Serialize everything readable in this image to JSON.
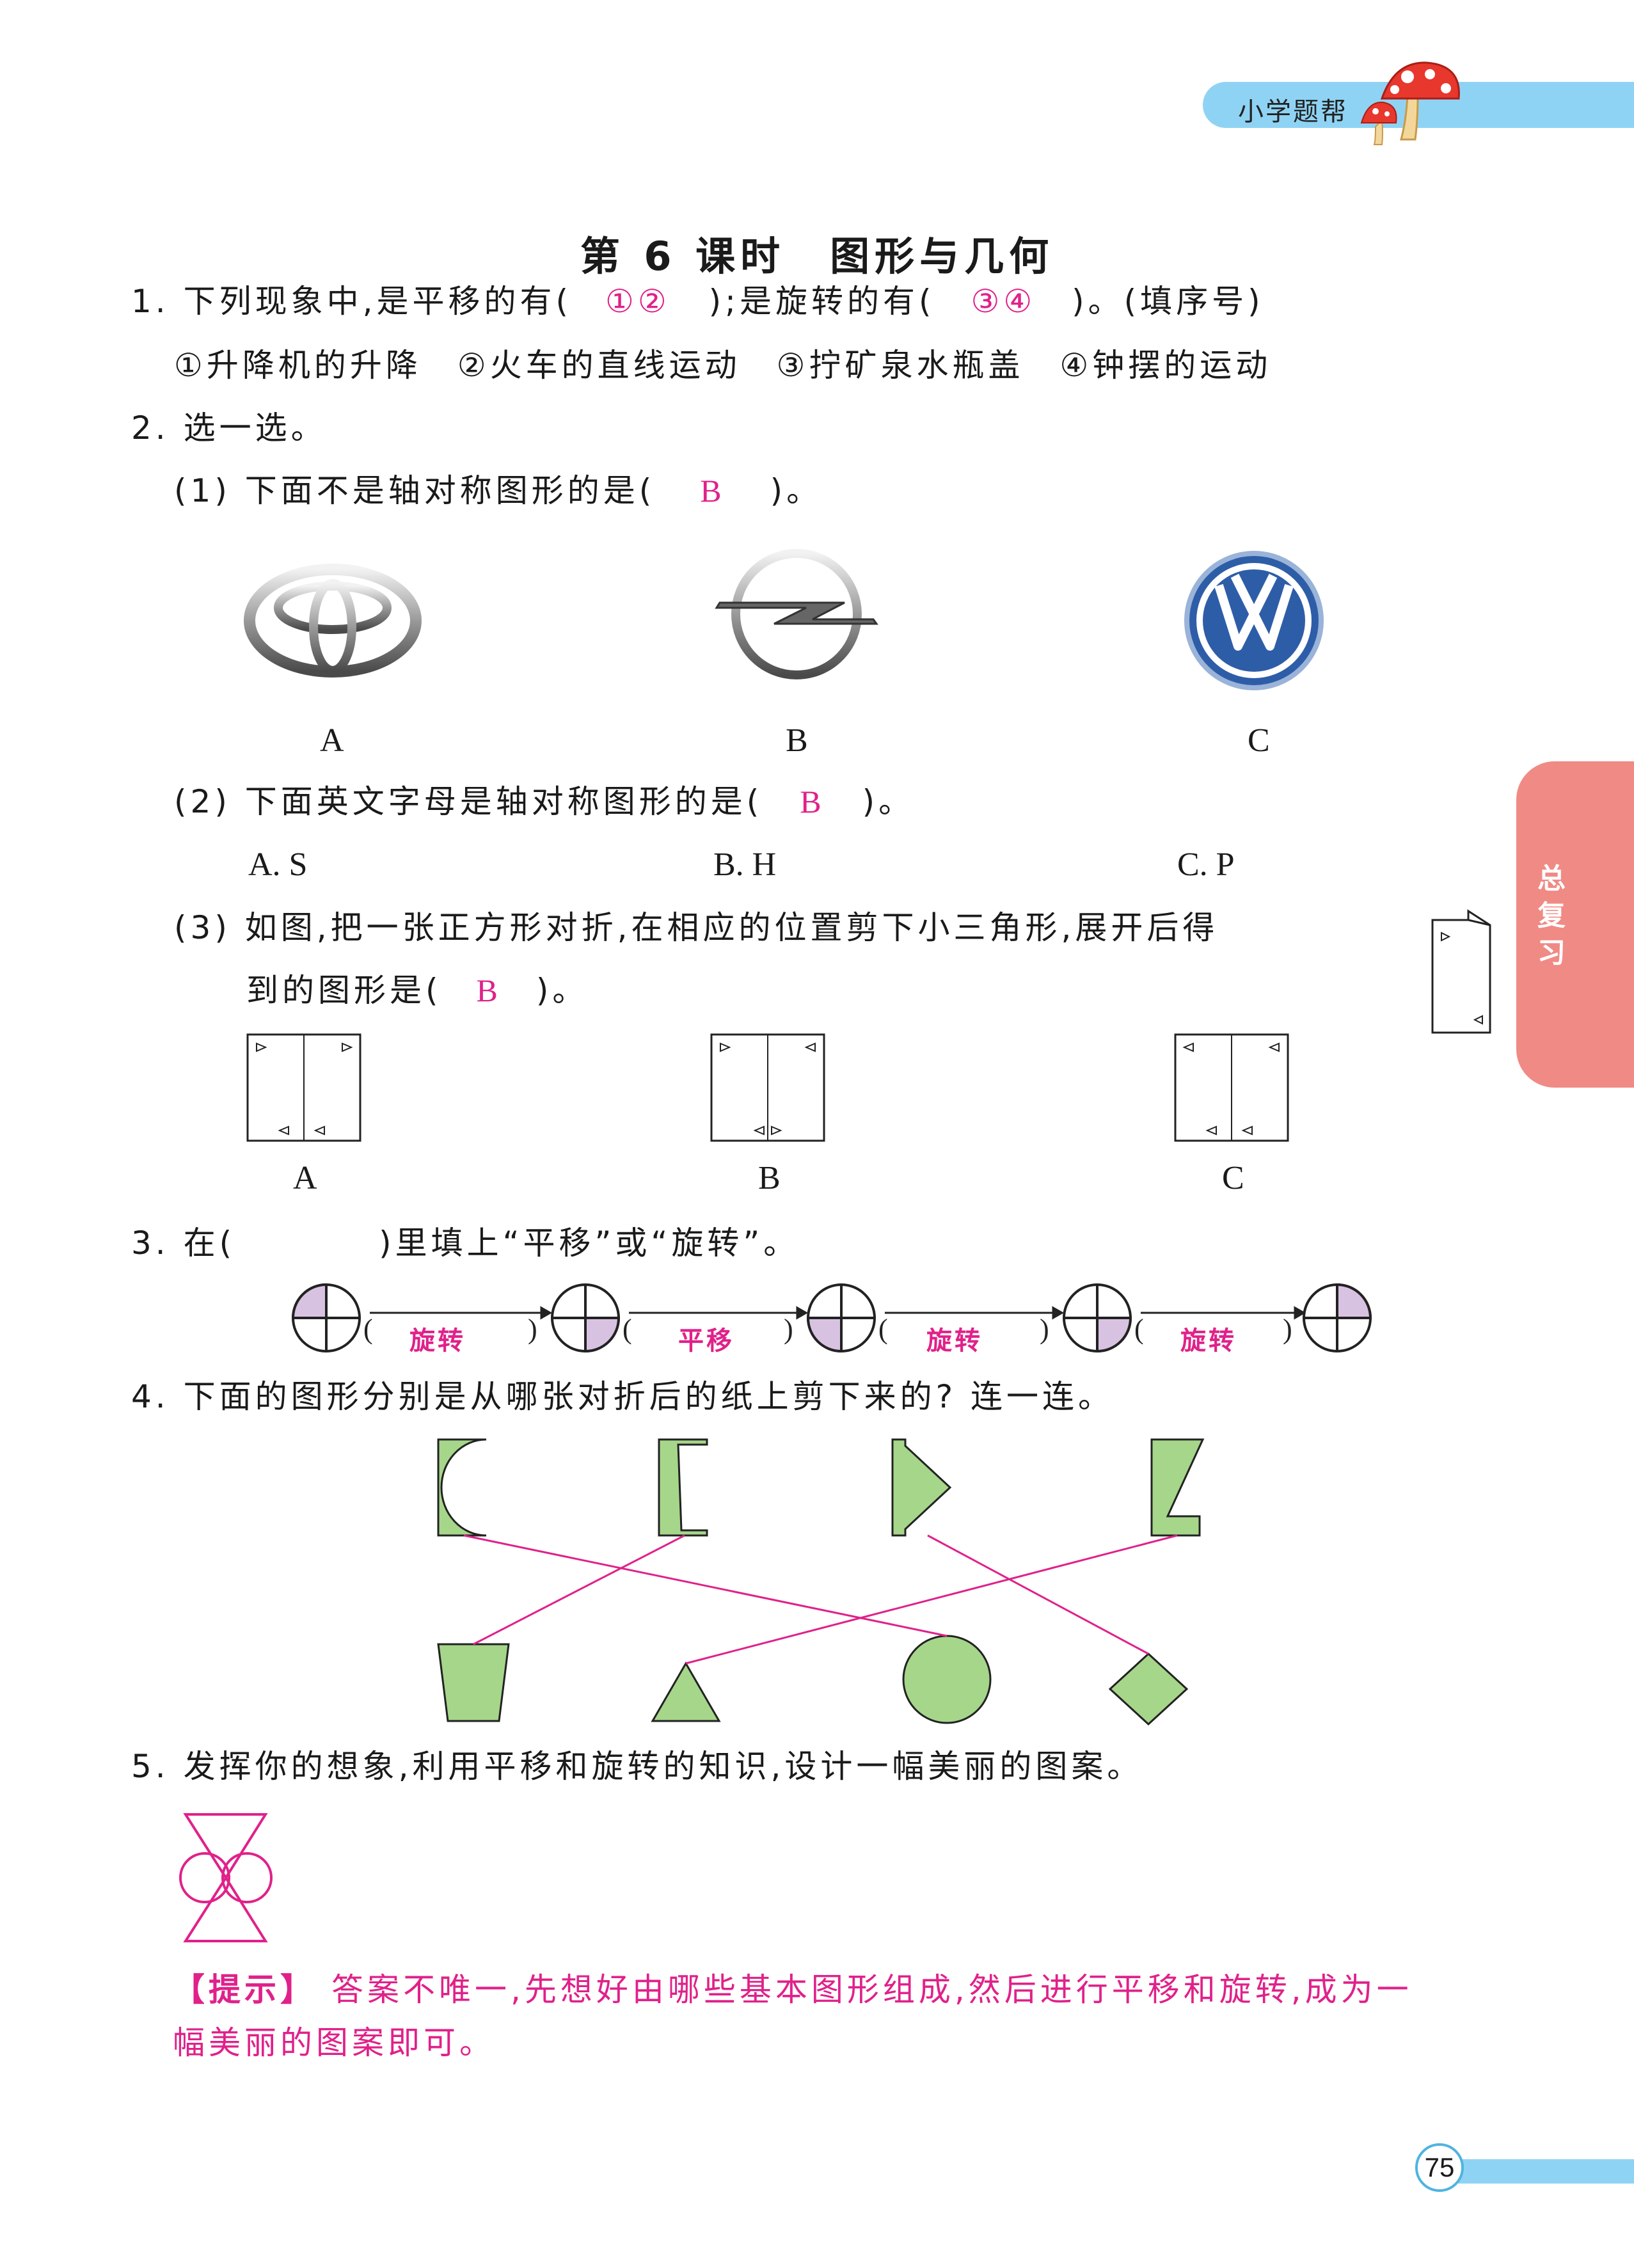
{
  "header": {
    "brand": "小学题帮"
  },
  "title": "第 6 课时　图形与几何",
  "side_tab": {
    "text": "总复习"
  },
  "page_number": "75",
  "q1": {
    "text_a": "1. 下列现象中,是平移的有(",
    "answer_a": "①②",
    "text_b": ");是旋转的有(",
    "answer_b": "③④",
    "text_c": ")。(填序号)",
    "options": "①升降机的升降　②火车的直线运动　③拧矿泉水瓶盖　④钟摆的运动"
  },
  "q2": {
    "heading": "2. 选一选。",
    "p1": {
      "text_a": "(1) 下面不是轴对称图形的是(",
      "answer": "B",
      "text_b": ")。",
      "labels": [
        "A",
        "B",
        "C"
      ]
    },
    "p2": {
      "text_a": "(2) 下面英文字母是轴对称图形的是(",
      "answer": "B",
      "text_b": ")。",
      "options": [
        "A. S",
        "B. H",
        "C. P"
      ]
    },
    "p3": {
      "line1": "(3) 如图,把一张正方形对折,在相应的位置剪下小三角形,展开后得",
      "line2_a": "到的图形是(",
      "answer": "B",
      "line2_b": ")。",
      "labels": [
        "A",
        "B",
        "C"
      ]
    }
  },
  "q3": {
    "text": "3. 在(　　　　)里填上“平移”或“旋转”。",
    "answers": [
      "旋转",
      "平移",
      "旋转",
      "旋转"
    ],
    "fill_color": "#d8c2e2"
  },
  "q4": {
    "text": "4. 下面的图形分别是从哪张对折后的纸上剪下来的? 连一连。",
    "shape_color": "#a6d68a",
    "line_color": "#e0218a"
  },
  "q5": {
    "text": "5. 发挥你的想象,利用平移和旋转的知识,设计一幅美丽的图案。",
    "hint_label": "【提示】",
    "hint_line1": "答案不唯一,先想好由哪些基本图形组成,然后进行平移和旋转,成为一",
    "hint_line2": "幅美丽的图案即可。"
  },
  "colors": {
    "accent": "#e0218a",
    "banner": "#8fd3f4",
    "tab": "#f08a85"
  }
}
